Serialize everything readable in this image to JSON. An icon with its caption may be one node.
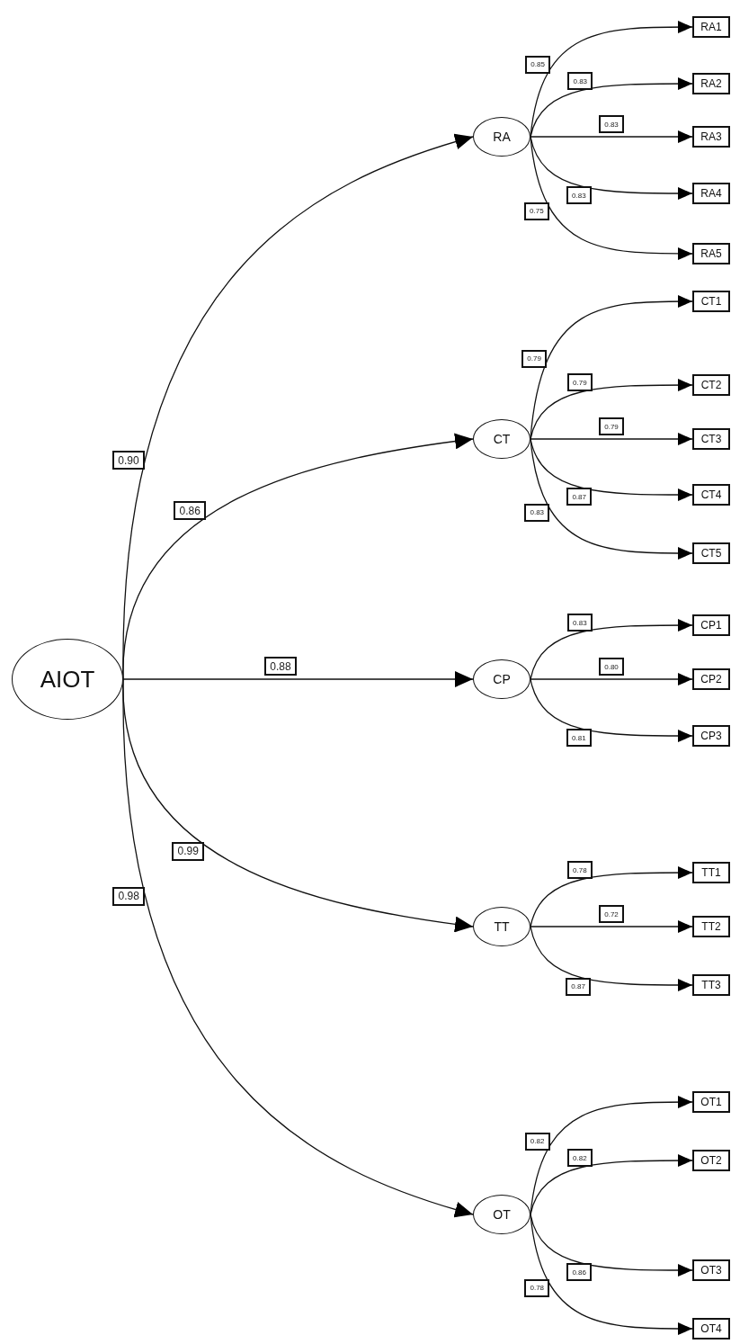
{
  "diagram": {
    "nodes": [
      {
        "text": [
          "AIOT"
        ]
      },
      {
        "text": [
          "RA"
        ]
      },
      {
        "text": [
          "RA1"
        ]
      },
      {
        "text": [
          "RA2"
        ]
      },
      {
        "text": [
          "RA3"
        ]
      },
      {
        "text": [
          "RA4"
        ]
      },
      {
        "text": [
          "RA5"
        ]
      },
      {
        "text": [
          "CT"
        ]
      },
      {
        "text": [
          "CT1"
        ]
      },
      {
        "text": [
          "CT2"
        ]
      },
      {
        "text": [
          "CT3"
        ]
      },
      {
        "text": [
          "CT4"
        ]
      },
      {
        "text": [
          "CT5"
        ]
      },
      {
        "text": [
          "CP"
        ]
      },
      {
        "text": [
          "CP1"
        ]
      },
      {
        "text": [
          "CP2"
        ]
      },
      {
        "text": [
          "CP3"
        ]
      },
      {
        "text": [
          "TT"
        ]
      },
      {
        "text": [
          "TT1"
        ]
      },
      {
        "text": [
          "TT2"
        ]
      },
      {
        "text": [
          "TT3"
        ]
      },
      {
        "text": [
          "OT"
        ]
      },
      {
        "text": [
          "OT1"
        ]
      },
      {
        "text": [
          "OT2"
        ]
      },
      {
        "text": [
          "OT3"
        ]
      },
      {
        "text": [
          "OT4"
        ]
      }
    ],
    "edges": [
      {
        "from": 0,
        "to": 1,
        "arrow": "to",
        "label": "0.90"
      },
      {
        "from": 0,
        "to": 7,
        "arrow": "to",
        "label": "0.86"
      },
      {
        "from": 0,
        "to": 13,
        "arrow": "to",
        "label": "0.88"
      },
      {
        "from": 0,
        "to": 17,
        "arrow": "to",
        "label": "0.99"
      },
      {
        "from": 0,
        "to": 21,
        "arrow": "to",
        "label": "0.98"
      },
      {
        "from": 1,
        "to": 2,
        "arrow": "to",
        "label": "0.85"
      },
      {
        "from": 1,
        "to": 3,
        "arrow": "to",
        "label": "0.83"
      },
      {
        "from": 1,
        "to": 4,
        "arrow": "to",
        "label": "0.83"
      },
      {
        "from": 1,
        "to": 5,
        "arrow": "to",
        "label": "0.83"
      },
      {
        "from": 1,
        "to": 6,
        "arrow": "to",
        "label": "0.75"
      },
      {
        "from": 7,
        "to": 8,
        "arrow": "to",
        "label": "0.79"
      },
      {
        "from": 7,
        "to": 9,
        "arrow": "to",
        "label": "0.79"
      },
      {
        "from": 7,
        "to": 10,
        "arrow": "to",
        "label": "0.79"
      },
      {
        "from": 7,
        "to": 11,
        "arrow": "to",
        "label": "0.87"
      },
      {
        "from": 7,
        "to": 12,
        "arrow": "to",
        "label": "0.83"
      },
      {
        "from": 13,
        "to": 14,
        "arrow": "to",
        "label": "0.83"
      },
      {
        "from": 13,
        "to": 15,
        "arrow": "to",
        "label": "0.80"
      },
      {
        "from": 13,
        "to": 16,
        "arrow": "to",
        "label": "0.81"
      },
      {
        "from": 17,
        "to": 18,
        "arrow": "to",
        "label": "0.78"
      },
      {
        "from": 17,
        "to": 19,
        "arrow": "to",
        "label": "0.72"
      },
      {
        "from": 17,
        "to": 20,
        "arrow": "to",
        "label": "0.87"
      },
      {
        "from": 21,
        "to": 22,
        "arrow": "to",
        "label": "0.82"
      },
      {
        "from": 21,
        "to": 23,
        "arrow": "to",
        "label": "0.82"
      },
      {
        "from": 21,
        "to": 24,
        "arrow": "to",
        "label": "0.86"
      },
      {
        "from": 21,
        "to": 25,
        "arrow": "to",
        "label": "0.78"
      }
    ]
  }
}
